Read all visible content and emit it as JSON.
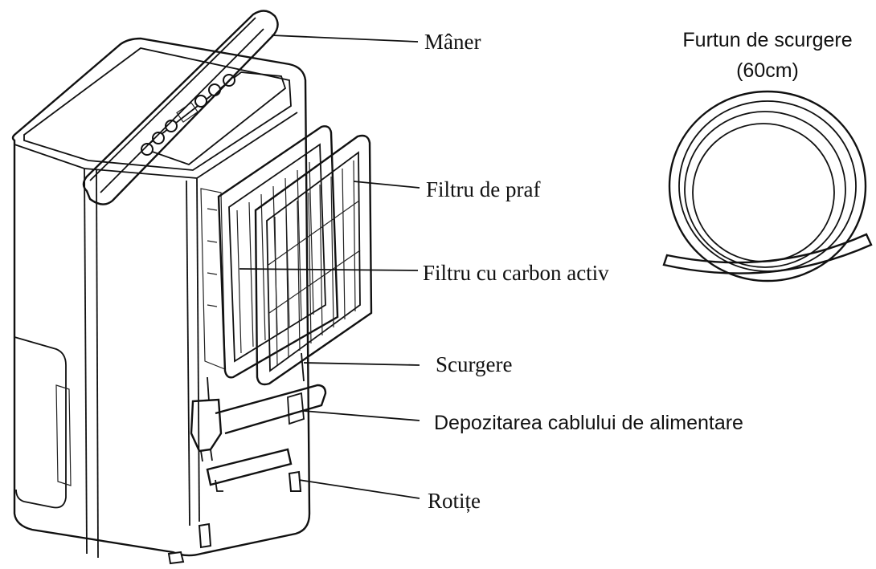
{
  "labels": {
    "handle": "Mâner",
    "dust_filter": "Filtru de praf",
    "carbon_filter": "Filtru cu carbon activ",
    "drain": "Scurgere",
    "cable_storage": "Depozitarea cablului de alimentare",
    "wheels": "Rotițe",
    "hose_line1": "Furtun de scurgere",
    "hose_line2": "(60cm)"
  }
}
